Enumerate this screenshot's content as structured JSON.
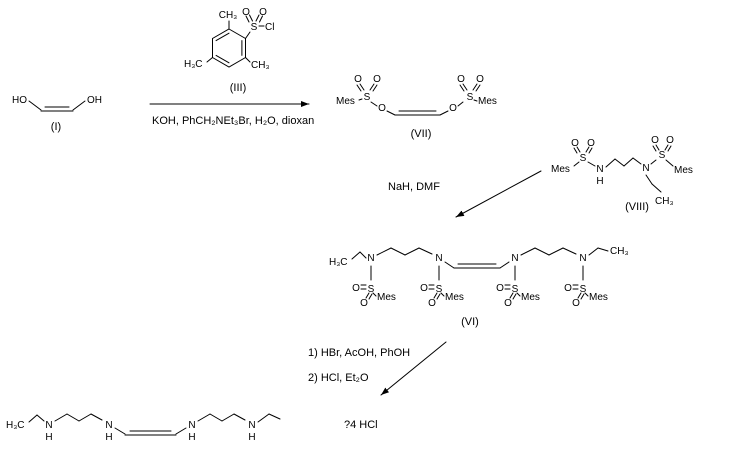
{
  "atoms": {
    "HO": "HO",
    "OH": "OH",
    "O": "O",
    "S": "S",
    "N": "N",
    "H": "H",
    "Cl": "Cl",
    "Mes": "Mes",
    "CH3": "CH₃",
    "H3C": "H₃C"
  },
  "compound_labels": {
    "I": "(I)",
    "III": "(III)",
    "VII": "(VII)",
    "VIII": "(VIII)",
    "VI": "(VI)"
  },
  "conditions": {
    "step1": "KOH, PhCH₂NEt₃Br, H₂O, dioxan",
    "step2": "NaH, DMF",
    "step3_line1": "1) HBr, AcOH, PhOH",
    "step3_line2": "2) HCl, Et₂O"
  },
  "final_salt": "?4 HCl"
}
